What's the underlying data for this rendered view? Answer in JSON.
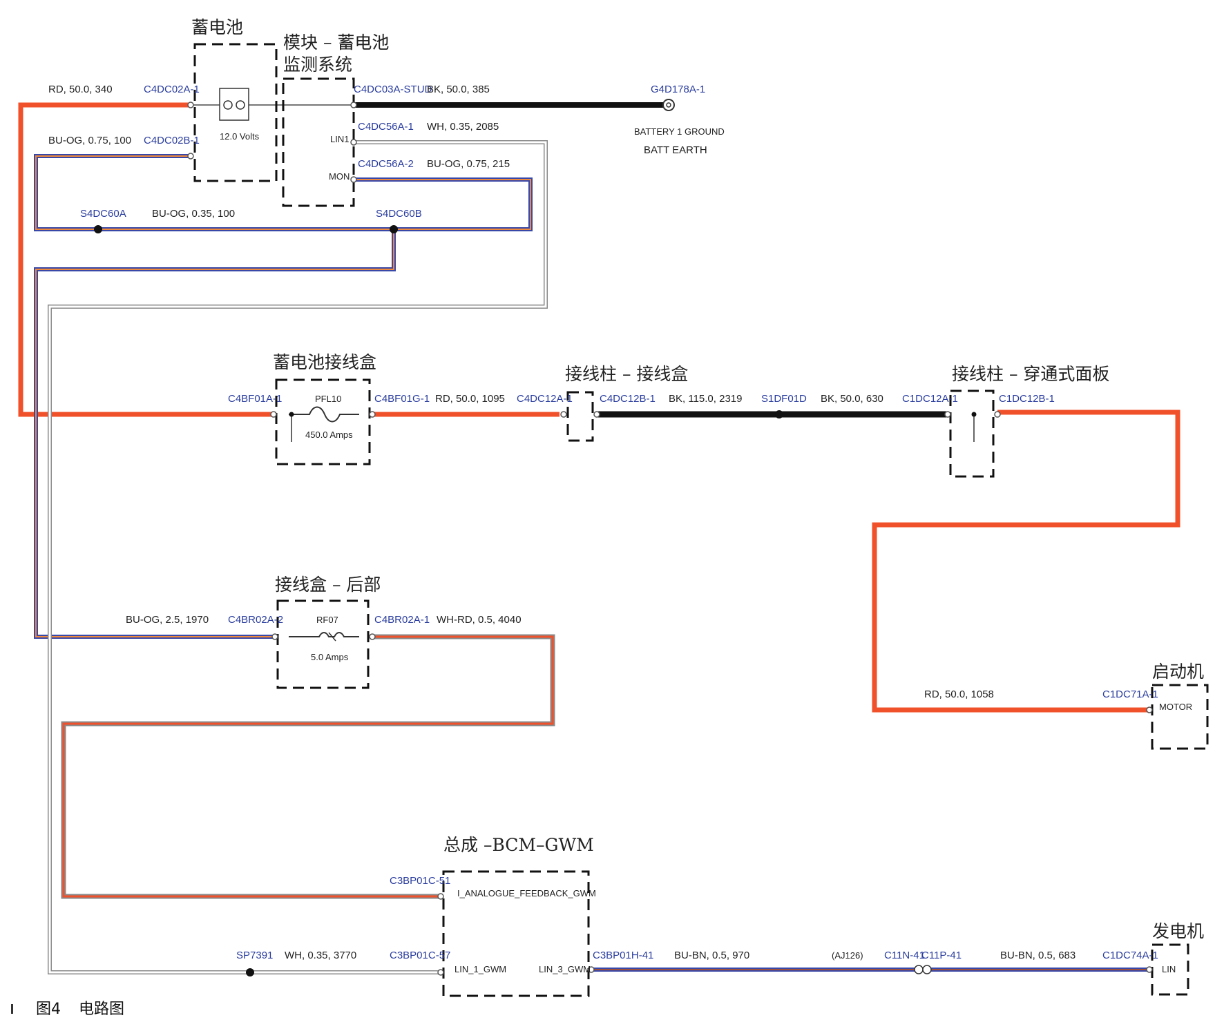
{
  "components": {
    "battery": "蓄电池",
    "bms_line1": "模块 – 蓄电池",
    "bms_line2": "监测系统",
    "battery_junction_box": "蓄电池接线盒",
    "junction_post_box": "接线柱 – 接线盒",
    "junction_post_panel": "接线柱 – 穿通式面板",
    "rear_junction_box": "接线盒 – 后部",
    "starter": "启动机",
    "bcm_gwm": "总成 –BCM–GWM",
    "generator": "发电机"
  },
  "connectors": {
    "c4dc02a1": "C4DC02A-1",
    "c4dc02b1": "C4DC02B-1",
    "c4dc03a": "C4DC03A-STUD",
    "c4dc56a1": "C4DC56A-1",
    "c4dc56a2": "C4DC56A-2",
    "g4d178a1": "G4D178A-1",
    "s4dc60a": "S4DC60A",
    "s4dc60b": "S4DC60B",
    "c4bf01a1": "C4BF01A-1",
    "c4bf01g1": "C4BF01G-1",
    "c4dc12a1": "C4DC12A-1",
    "c4dc12b1": "C4DC12B-1",
    "s1df01d": "S1DF01D",
    "c1dc12a1": "C1DC12A-1",
    "c1dc12b1": "C1DC12B-1",
    "c4br02a2": "C4BR02A-2",
    "c4br02a1": "C4BR02A-1",
    "c1dc71a1": "C1DC71A-1",
    "c3bp01c51": "C3BP01C-51",
    "c3bp01c57": "C3BP01C-57",
    "c3bp01h41": "C3BP01H-41",
    "sp7391": "SP7391",
    "aj126": "(AJ126)",
    "c11n41": "C11N-41",
    "c11p41": "C11P-41",
    "c1dc74a1": "C1DC74A-1"
  },
  "wires": {
    "w_rd_340": "RD, 50.0, 340",
    "w_buog_100a": "BU-OG, 0.75, 100",
    "w_bk_385": "BK, 50.0, 385",
    "w_wh_2085": "WH, 0.35, 2085",
    "w_buog_215": "BU-OG, 0.75, 215",
    "w_buog_100b": "BU-OG, 0.35, 100",
    "w_rd_1095": "RD, 50.0, 1095",
    "w_bk_2319": "BK, 115.0, 2319",
    "w_bk_630": "BK, 50.0, 630",
    "w_buog_1970": "BU-OG, 2.5, 1970",
    "w_whrd_4040": "WH-RD, 0.5, 4040",
    "w_rd_1058": "RD, 50.0, 1058",
    "w_wh_3770": "WH, 0.35, 3770",
    "w_bubn_970": "BU-BN, 0.5, 970",
    "w_bubn_683": "BU-BN, 0.5, 683"
  },
  "texts": {
    "battery_voltage": "12.0 Volts",
    "battery_ground_1": "BATTERY 1 GROUND",
    "battery_ground_2": "BATT EARTH",
    "pin_lin1": "LIN1",
    "pin_mon": "MON",
    "fuse_pfl10": "PFL10",
    "fuse_pfl10_rating": "450.0 Amps",
    "fuse_rf07": "RF07",
    "fuse_rf07_rating": "5.0 Amps",
    "motor": "MOTOR",
    "pin_analogue": "I_ANALOGUE_FEEDBACK_GWM",
    "pin_lin1_gwm": "LIN_1_GWM",
    "pin_lin3_gwm": "LIN_3_GWM",
    "pin_lin": "LIN"
  },
  "wire_colors": {
    "red": "#f0502a",
    "black": "#111111",
    "blue": "#3848a8",
    "orange": "#f08a3a",
    "white_outline": "#8a8a8a",
    "brown": "#a0503a"
  },
  "caption": {
    "figure": "图4",
    "title": "电路图"
  }
}
